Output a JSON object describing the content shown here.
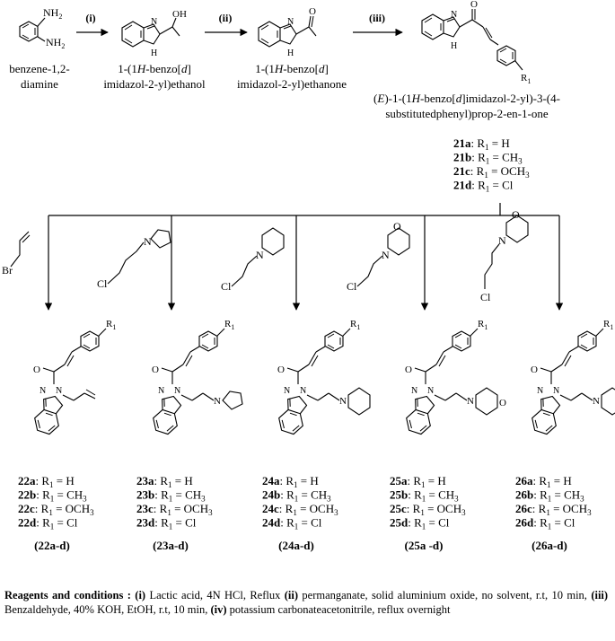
{
  "reagents": {
    "step1": "(i)",
    "step2": "(ii)",
    "step3": "(iii)"
  },
  "compounds": {
    "sm": {
      "line1": "benzene-1,2-",
      "line2": "diamine",
      "sub": {
        "nh2": "NH",
        "two": "2"
      }
    },
    "c1": {
      "line1_pre": "1-(1",
      "H": "H",
      "line1_mid": "-benzo[",
      "d": "d",
      "line1_end": "]",
      "line2": "imidazol-2-yl)ethanol",
      "atom_oh": "OH",
      "atom_nh": "N",
      "atom_h": "H"
    },
    "c2": {
      "line1_pre": "1-(1",
      "H": "H",
      "line1_mid": "-benzo[",
      "d": "d",
      "line1_end": "]",
      "line2": "imidazol-2-yl)ethanone",
      "atom_o": "O"
    },
    "c3": {
      "line1_pre": "(",
      "E": "E",
      "line1_a": ")-1-(1",
      "H": "H",
      "line1_b": "-benzo[",
      "d": "d",
      "line1_c": "]imidazol-2-yl)-3-(4-",
      "line2": "substitutedphenyl)prop-2-en-1-one",
      "atom_r": "R",
      "atom_1": "1"
    }
  },
  "series21": [
    {
      "id": "21a",
      "r": "H"
    },
    {
      "id": "21b",
      "r": "CH",
      "sub": "3"
    },
    {
      "id": "21c",
      "r": "OCH",
      "sub": "3"
    },
    {
      "id": "21d",
      "r": "Cl"
    }
  ],
  "reagent_atoms": {
    "br": "Br",
    "cl": "Cl",
    "n": "N",
    "o": "O"
  },
  "families": [
    {
      "code": "22",
      "label": "(22a-d)"
    },
    {
      "code": "23",
      "label": "(23a-d)"
    },
    {
      "code": "24",
      "label": "(24a-d)"
    },
    {
      "code": "25",
      "label": "(25a -d)"
    },
    {
      "code": "26",
      "label": "(26a-d)"
    }
  ],
  "variants": [
    {
      "suffix": "a",
      "r": "H"
    },
    {
      "suffix": "b",
      "r": "CH",
      "sub": "3"
    },
    {
      "suffix": "c",
      "r": "OCH",
      "sub": "3"
    },
    {
      "suffix": "d",
      "r": "Cl"
    }
  ],
  "r_prefix": ": R",
  "r_sub": "1",
  "r_eq": " = ",
  "conditions": {
    "heading": "Reagents and conditions :",
    "i_tag": "(i)",
    "i_text": "Lactic acid, 4N HCl, Reflux",
    "ii_tag": "(ii)",
    "ii_text": "permanganate, solid aluminium oxide, no solvent, r.t, 10 min,",
    "iii_tag": "(iii)",
    "iii_text": "Benzaldehyde, 40% KOH, EtOH, r.t, 10 min,",
    "iv_tag": "(iv)",
    "iv_text": "potassium carbonateacetonitrile, reflux overnight"
  }
}
